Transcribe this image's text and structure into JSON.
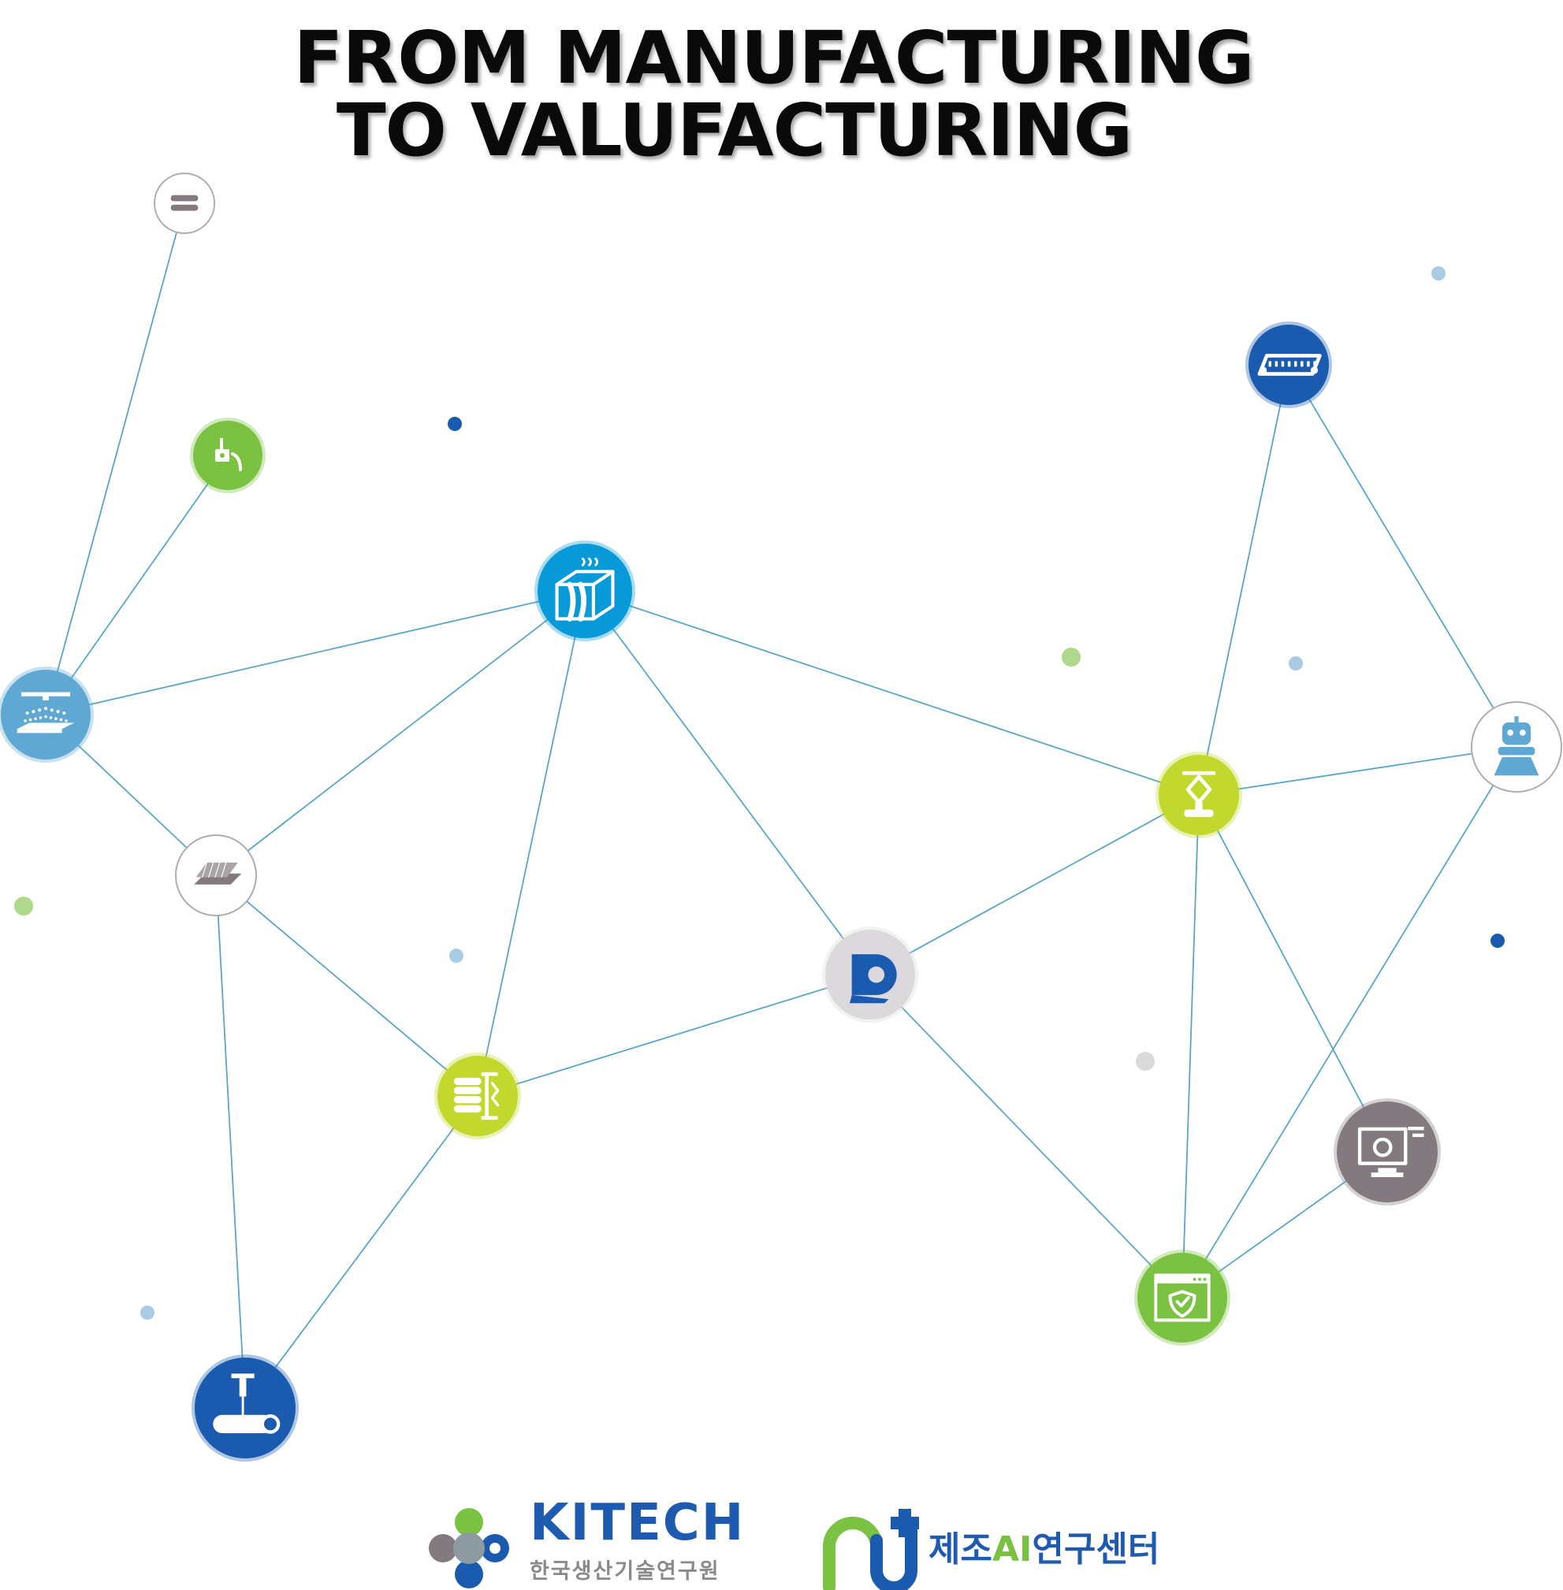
{
  "title": {
    "line1": "FROM MANUFACTURING",
    "line2": "TO VALUFACTURING"
  },
  "colors": {
    "line": "#5aa5c8",
    "dark_blue": "#1a5bb0",
    "cyan": "#089ad8",
    "light_blue": "#5fa8d3",
    "lime": "#c3d82c",
    "green": "#7cc242",
    "gray": "#837a80",
    "light_gray": "#dcd9dd",
    "white_node": "#ffffff"
  },
  "nodes": [
    {
      "id": "stacked-bars",
      "icon": "stacked-bars-icon",
      "style": "white"
    },
    {
      "id": "welding-torch",
      "icon": "welding-torch-icon",
      "style": "green"
    },
    {
      "id": "heat-mold",
      "icon": "heated-mold-icon",
      "style": "cyan"
    },
    {
      "id": "spray-coating",
      "icon": "spray-coating-icon",
      "style": "light_blue"
    },
    {
      "id": "circuit-layers",
      "icon": "layered-plates-icon",
      "style": "white"
    },
    {
      "id": "tape-roll",
      "icon": "tape-roll-icon",
      "style": "light_gray"
    },
    {
      "id": "coil-stack",
      "icon": "coil-press-icon",
      "style": "lime"
    },
    {
      "id": "pipe-cutter",
      "icon": "pipe-laser-icon",
      "style": "dark_blue"
    },
    {
      "id": "conveyor",
      "icon": "conveyor-belt-icon",
      "style": "dark_blue"
    },
    {
      "id": "robot",
      "icon": "robot-icon",
      "style": "white"
    },
    {
      "id": "diamond-press",
      "icon": "diamond-press-icon",
      "style": "lime"
    },
    {
      "id": "monitor-gear",
      "icon": "monitor-gear-icon",
      "style": "gray"
    },
    {
      "id": "secure-window",
      "icon": "secure-window-icon",
      "style": "green"
    }
  ],
  "logos": {
    "kitech_name": "KITECH",
    "kitech_sub": "한국생산기술연구원",
    "ai_center_prefix": "제조",
    "ai_center_ai": "AI",
    "ai_center_suffix": "연구센터"
  }
}
